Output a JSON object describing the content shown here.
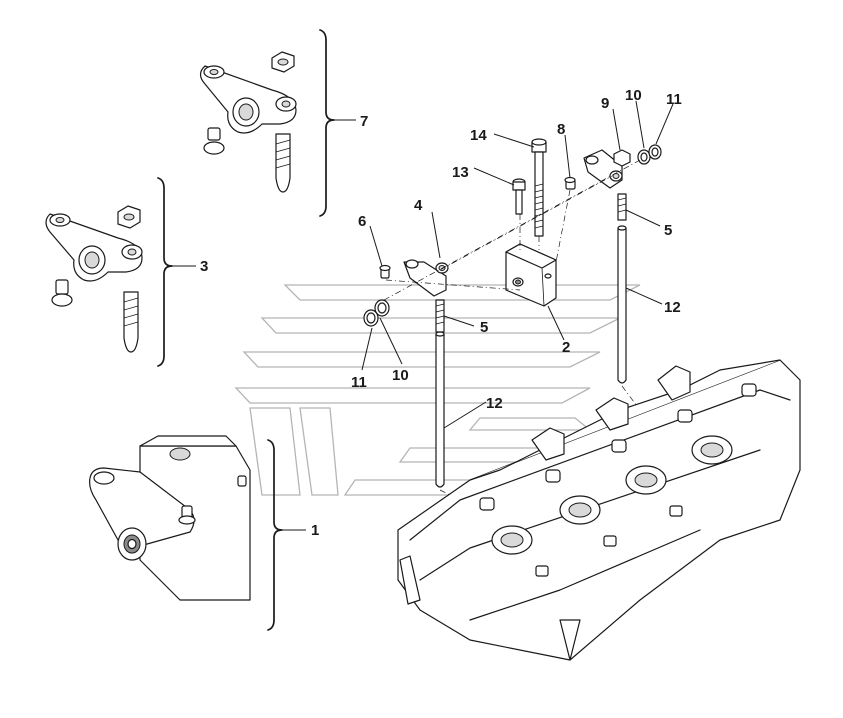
{
  "callouts": {
    "c1": "1",
    "c2": "2",
    "c3": "3",
    "c4": "4",
    "c5a": "5",
    "c5b": "5",
    "c6": "6",
    "c7": "7",
    "c8": "8",
    "c9": "9",
    "c10a": "10",
    "c10b": "10",
    "c11a": "11",
    "c11b": "11",
    "c12a": "12",
    "c12b": "12",
    "c13": "13",
    "c14": "14"
  }
}
